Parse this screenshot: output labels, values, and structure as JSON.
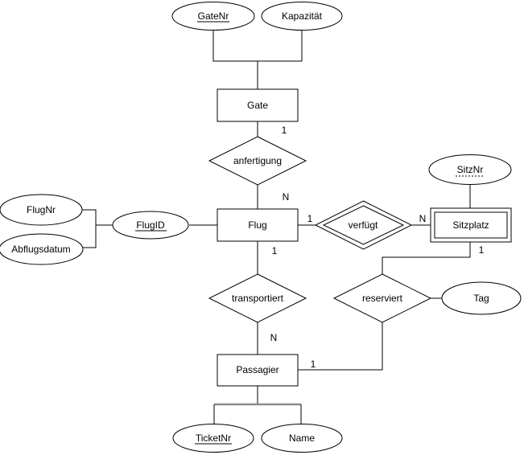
{
  "diagram_type": "entity-relationship-diagram",
  "entities": {
    "gate": {
      "label": "Gate",
      "weak": false
    },
    "flug": {
      "label": "Flug",
      "weak": false
    },
    "sitzplatz": {
      "label": "Sitzplatz",
      "weak": true
    },
    "passagier": {
      "label": "Passagier",
      "weak": false
    }
  },
  "relationships": {
    "anfertigung": {
      "label": "anfertigung",
      "identifying": false
    },
    "verfuegt": {
      "label": "verfügt",
      "identifying": true
    },
    "transportiert": {
      "label": "transportiert",
      "identifying": false
    },
    "reserviert": {
      "label": "reserviert",
      "identifying": false
    }
  },
  "attributes": {
    "gatenr": {
      "label": "GateNr",
      "key": "primary"
    },
    "kapazitaet": {
      "label": "Kapazität",
      "key": "none"
    },
    "flugnr": {
      "label": "FlugNr",
      "key": "none"
    },
    "abflugsdatum": {
      "label": "Abflugsdatum",
      "key": "none"
    },
    "flugid": {
      "label": "FlugID",
      "key": "primary"
    },
    "sitznr": {
      "label": "SitzNr",
      "key": "partial"
    },
    "tag": {
      "label": "Tag",
      "key": "none"
    },
    "ticketnr": {
      "label": "TicketNr",
      "key": "primary"
    },
    "name": {
      "label": "Name",
      "key": "none"
    }
  },
  "cardinalities": {
    "gate_anfertigung": "1",
    "anfertigung_flug": "N",
    "flug_verfuegt": "1",
    "verfuegt_sitzplatz": "N",
    "flug_transportiert": "1",
    "transportiert_passagier": "N",
    "sitzplatz_reserviert": "1",
    "reserviert_passagier": "1"
  },
  "colors": {
    "stroke": "#000000",
    "text": "#000000",
    "background": "#ffffff",
    "gray_connector": "#8c8c8c"
  }
}
